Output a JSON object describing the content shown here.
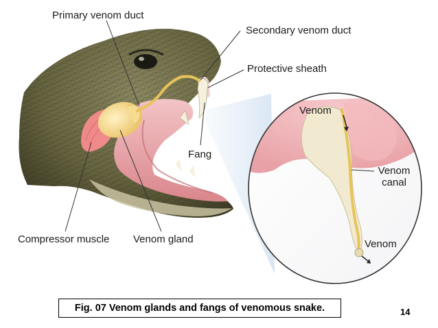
{
  "labels": {
    "primary_venom_duct": "Primary venom duct",
    "secondary_venom_duct": "Secondary venom duct",
    "protective_sheath": "Protective sheath",
    "fang": "Fang",
    "compressor_muscle": "Compressor muscle",
    "venom_gland": "Venom gland",
    "venom_top": "Venom",
    "venom_canal_line1": "Venom",
    "venom_canal_line2": "canal",
    "venom_bottom": "Venom"
  },
  "caption": "Fig. 07 Venom glands and fangs of venomous snake.",
  "page_number": "14",
  "colors": {
    "snake_skin": "#6e6b4a",
    "snake_dark": "#3f3d28",
    "mouth_pink": "#e9a9ad",
    "gland_yellow": "#f4d78a",
    "muscle_pink": "#f08a8a",
    "duct_yellow": "#e8c35a",
    "fang_ivory": "#f1ead0",
    "leader_line": "#333333"
  }
}
